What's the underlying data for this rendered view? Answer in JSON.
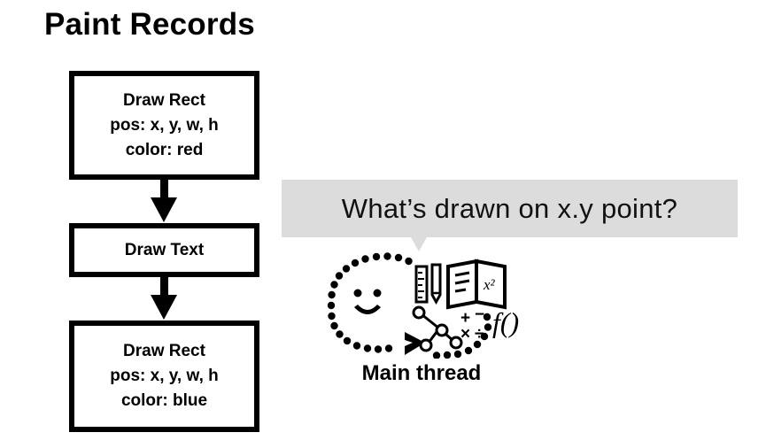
{
  "slide": {
    "title": "Paint Records",
    "background_color": "#ffffff"
  },
  "paint_records": {
    "boxes": [
      {
        "id": "draw-rect-red",
        "lines": [
          "Draw Rect",
          "pos: x, y, w, h",
          "color: red"
        ]
      },
      {
        "id": "draw-text",
        "lines": [
          "Draw Text"
        ]
      },
      {
        "id": "draw-rect-blue",
        "lines": [
          "Draw Rect",
          "pos: x, y, w, h",
          "color: blue"
        ]
      }
    ],
    "arrow_icon_name": "down-arrow-icon"
  },
  "speech_bubble": {
    "text": "What’s drawn on x.y point?",
    "background_color": "#dcdcdc",
    "text_color": "#111111",
    "tail_direction": "down"
  },
  "thinking_figure": {
    "caption": "Main thread",
    "icon_name": "thinking-brain-illustration",
    "elements": [
      "dotted-oval-icon",
      "smiley-face-icon",
      "ruler-icon",
      "pencil-icon",
      "open-book-icon",
      "node-tree-icon",
      "math-operators-icon",
      "function-notation-icon",
      "chevron-arrow-icon"
    ],
    "math_operators": [
      "+",
      "−",
      "×",
      "÷"
    ],
    "function_notation": "f()",
    "stroke_color": "#000000"
  }
}
